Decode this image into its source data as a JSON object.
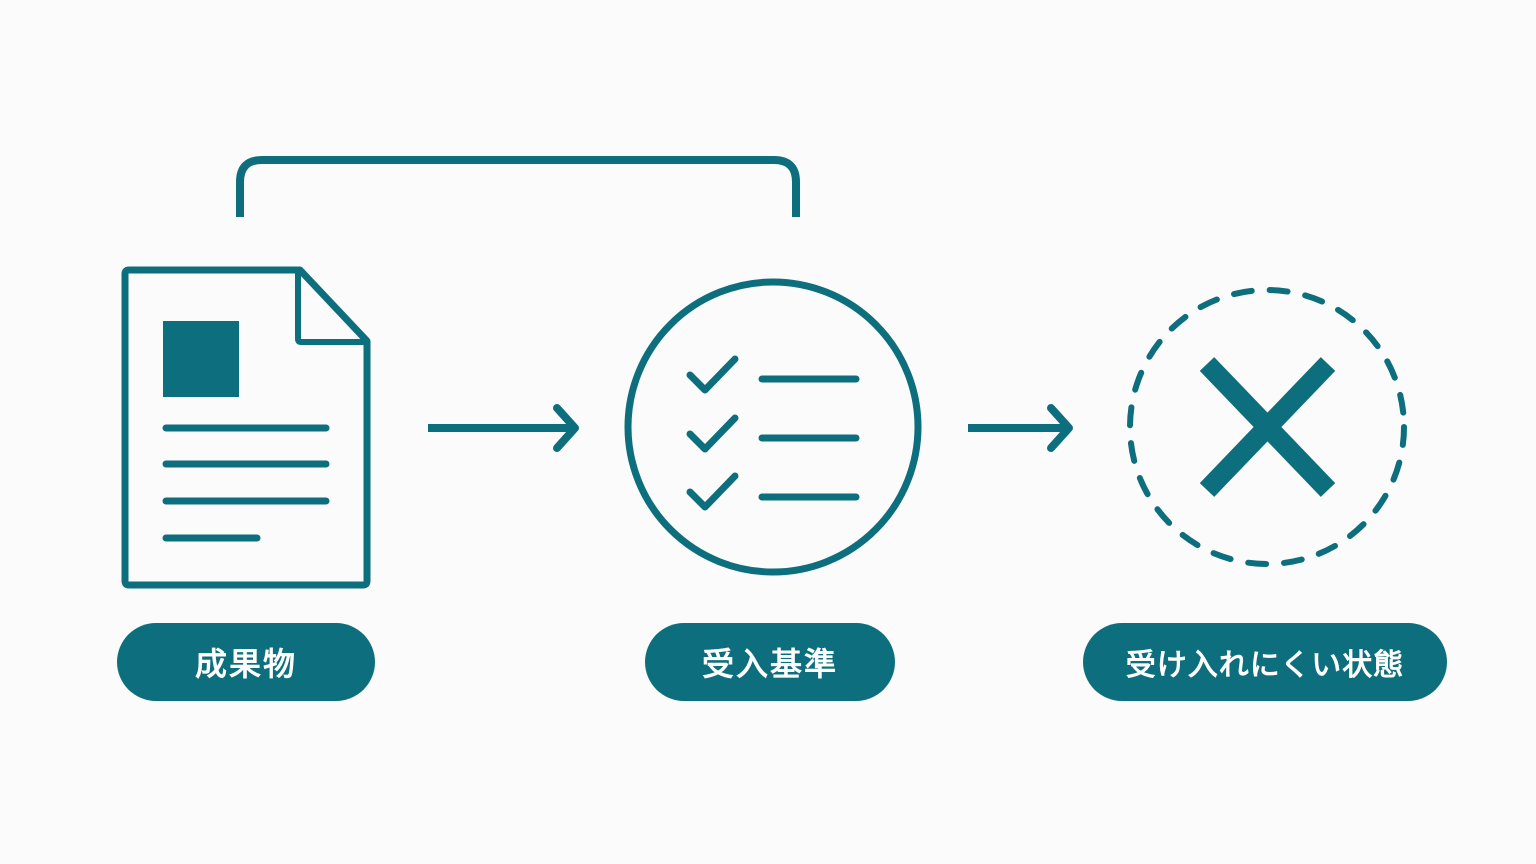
{
  "colors": {
    "accent": "#0d6f7d",
    "background": "#fbfbfb",
    "label_text": "#ffffff"
  },
  "icons": {
    "deliverable": "document-icon",
    "criteria": "checklist-icon",
    "result": "x-mark-icon"
  },
  "labels": {
    "deliverable": "成果物",
    "criteria": "受入基準",
    "result": "受け入れにくい状態"
  }
}
